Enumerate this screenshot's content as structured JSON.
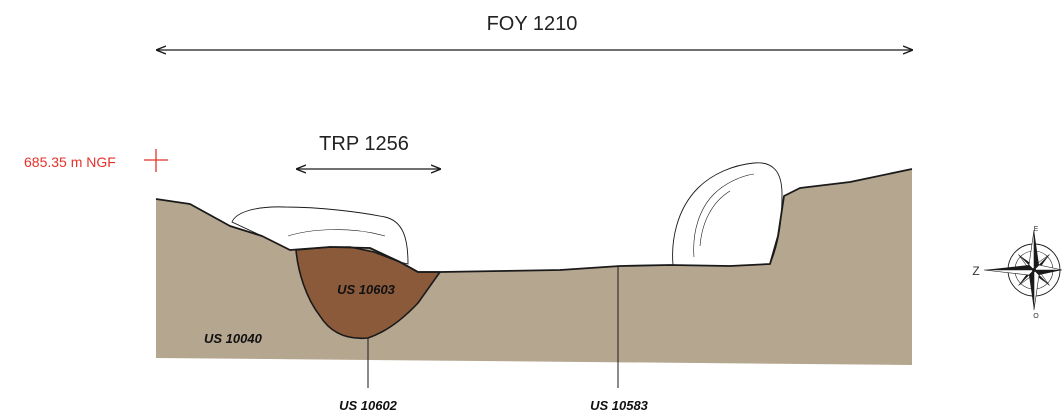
{
  "dimensions": {
    "foy_label": "FOY 1210",
    "trp_label": "TRP 1256"
  },
  "elevation": {
    "label": "685.35 m NGF",
    "color": "#e4322b"
  },
  "units": {
    "fill_upper": "US 10603",
    "base_layer": "US 10040",
    "cut": "US 10602",
    "surface": "US 10583"
  },
  "compass": {
    "west_label": "Z",
    "north_label": "E",
    "south_label": "O"
  },
  "colors": {
    "ground": "#b5a68f",
    "fill": "#8a5a3b",
    "line": "#1a1a1a",
    "stone": "#ffffff"
  }
}
